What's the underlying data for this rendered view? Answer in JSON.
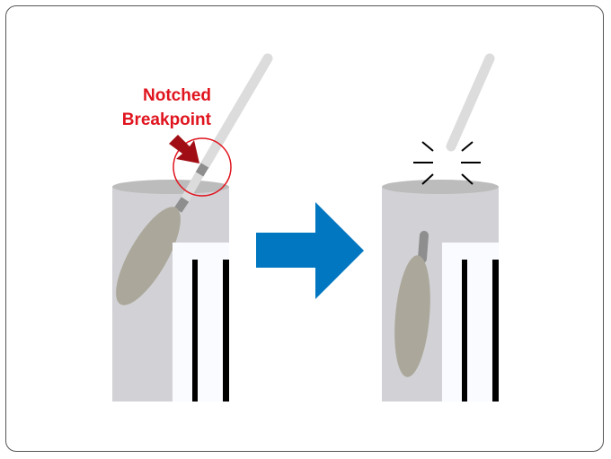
{
  "annotation": {
    "line1": "Notched",
    "line2": "Breakpoint"
  },
  "colors": {
    "annotation": "#e0141e",
    "pointer": "#a00d14",
    "arrow": "#0077c0",
    "tube": "#d2d2d6",
    "swab": "#aba89b"
  },
  "panels": [
    {
      "state": "before-break"
    },
    {
      "state": "after-break"
    }
  ]
}
